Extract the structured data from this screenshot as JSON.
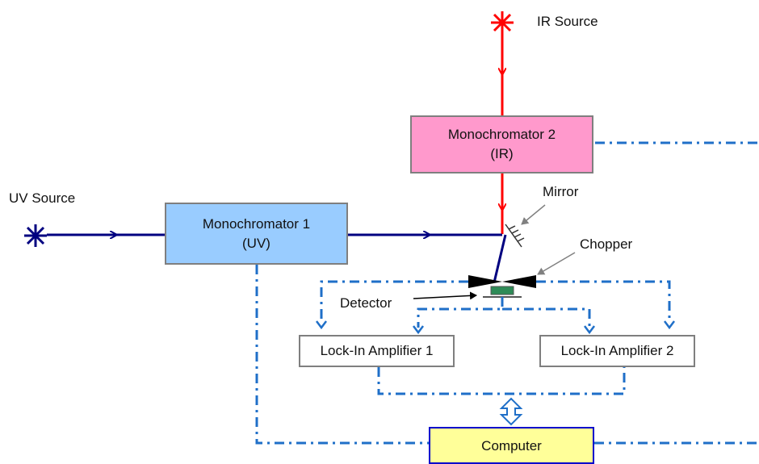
{
  "colors": {
    "ir_beam": "#ff0000",
    "uv_beam": "#000080",
    "signal_line": "#1f6fc8",
    "monochromator_ir_fill": "#ff99cc",
    "monochromator_uv_fill": "#99ccff",
    "computer_fill": "#ffff99",
    "computer_border": "#0000cc",
    "detector_fill": "#2e8b57"
  },
  "labels": {
    "ir_source": "IR Source",
    "uv_source": "UV Source",
    "mirror": "Mirror",
    "chopper": "Chopper",
    "detector": "Detector"
  },
  "boxes": {
    "monochromator_2": {
      "line1": "Monochromator 2",
      "line2": "(IR)"
    },
    "monochromator_1": {
      "line1": "Monochromator 1",
      "line2": "(UV)"
    },
    "lock_in_1": "Lock-In Amplifier 1",
    "lock_in_2": "Lock-In Amplifier 2",
    "computer": "Computer"
  },
  "icons": {
    "ir_source": "asterisk-star-icon",
    "uv_source": "asterisk-star-icon",
    "mirror": "hatched-mirror-icon",
    "chopper": "bowtie-chopper-icon",
    "link": "double-arrow-icon"
  }
}
